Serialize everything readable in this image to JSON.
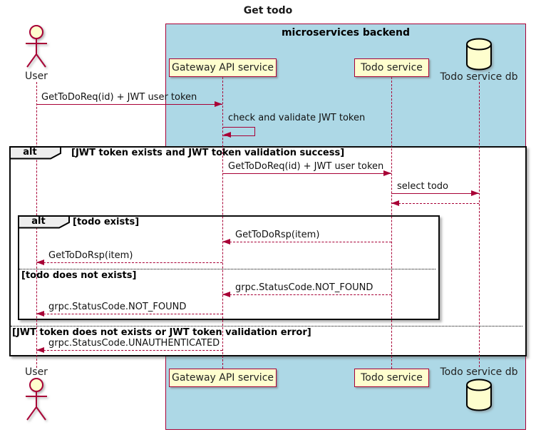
{
  "diagram": {
    "title": "Get todo",
    "backend_box": {
      "label": "microservices backend"
    },
    "participants": {
      "user": {
        "label": "User",
        "type": "actor"
      },
      "gateway": {
        "label": "Gateway API service",
        "type": "participant"
      },
      "todo": {
        "label": "Todo service",
        "type": "participant"
      },
      "db": {
        "label": "Todo service db",
        "type": "database"
      }
    },
    "fragments": {
      "outer": {
        "operator": "alt",
        "guard_success": "[JWT token exists and JWT token validation success]",
        "guard_else": "[JWT token does not exists or JWT token validation error]"
      },
      "inner": {
        "operator": "alt",
        "guard_exists": "[todo exists]",
        "guard_else": "[todo does not exists]"
      }
    },
    "messages": {
      "m1": {
        "from": "User",
        "to": "Gateway API service",
        "label": "GetToDoReq(id) + JWT user token",
        "kind": "sync"
      },
      "m2": {
        "from": "Gateway API service",
        "to": "Gateway API service",
        "label": "check and validate JWT token",
        "kind": "self"
      },
      "m3": {
        "from": "Gateway API service",
        "to": "Todo service",
        "label": "GetToDoReq(id) + JWT user token",
        "kind": "sync"
      },
      "m4": {
        "from": "Todo service",
        "to": "Todo service db",
        "label": "select todo",
        "kind": "sync"
      },
      "m5": {
        "from": "Todo service db",
        "to": "Todo service",
        "label": "",
        "kind": "return"
      },
      "m6": {
        "from": "Todo service",
        "to": "Gateway API service",
        "label": "GetToDoRsp(item)",
        "kind": "return"
      },
      "m7": {
        "from": "Gateway API service",
        "to": "User",
        "label": "GetToDoRsp(item)",
        "kind": "return"
      },
      "m8": {
        "from": "Todo service",
        "to": "Gateway API service",
        "label": "grpc.StatusCode.NOT_FOUND",
        "kind": "return"
      },
      "m9": {
        "from": "Gateway API service",
        "to": "User",
        "label": "grpc.StatusCode.NOT_FOUND",
        "kind": "return"
      },
      "m10": {
        "from": "Gateway API service",
        "to": "User",
        "label": "grpc.StatusCode.UNAUTHENTICATED",
        "kind": "return"
      }
    },
    "colors": {
      "backend_fill": "#ADD8E6",
      "participant_fill": "#FEFECE",
      "accent": "#A80036",
      "frame_border": "#000000",
      "operator_fill": "#EEEEEE"
    }
  }
}
